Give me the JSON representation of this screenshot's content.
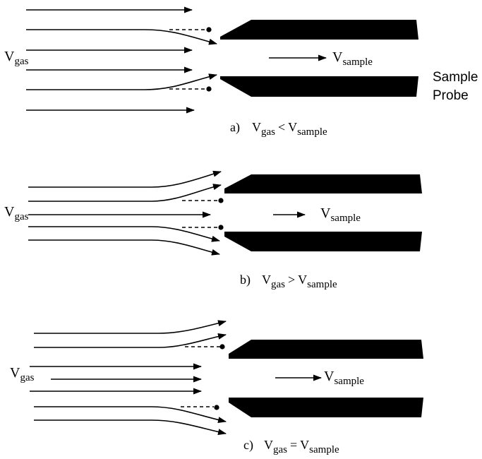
{
  "panels": [
    {
      "caption_prefix": "a)",
      "relation": "<",
      "v_main": "V",
      "gas_sub": "gas",
      "sample_sub": "sample"
    },
    {
      "caption_prefix": "b)",
      "relation": ">",
      "v_main": "V",
      "gas_sub": "gas",
      "sample_sub": "sample"
    },
    {
      "caption_prefix": "c)",
      "relation": "=",
      "v_main": "V",
      "gas_sub": "gas",
      "sample_sub": "sample"
    }
  ],
  "probe_label": {
    "line1": "Sample",
    "line2": "Probe"
  },
  "colors": {
    "ink": "#000000",
    "background": "#ffffff"
  }
}
